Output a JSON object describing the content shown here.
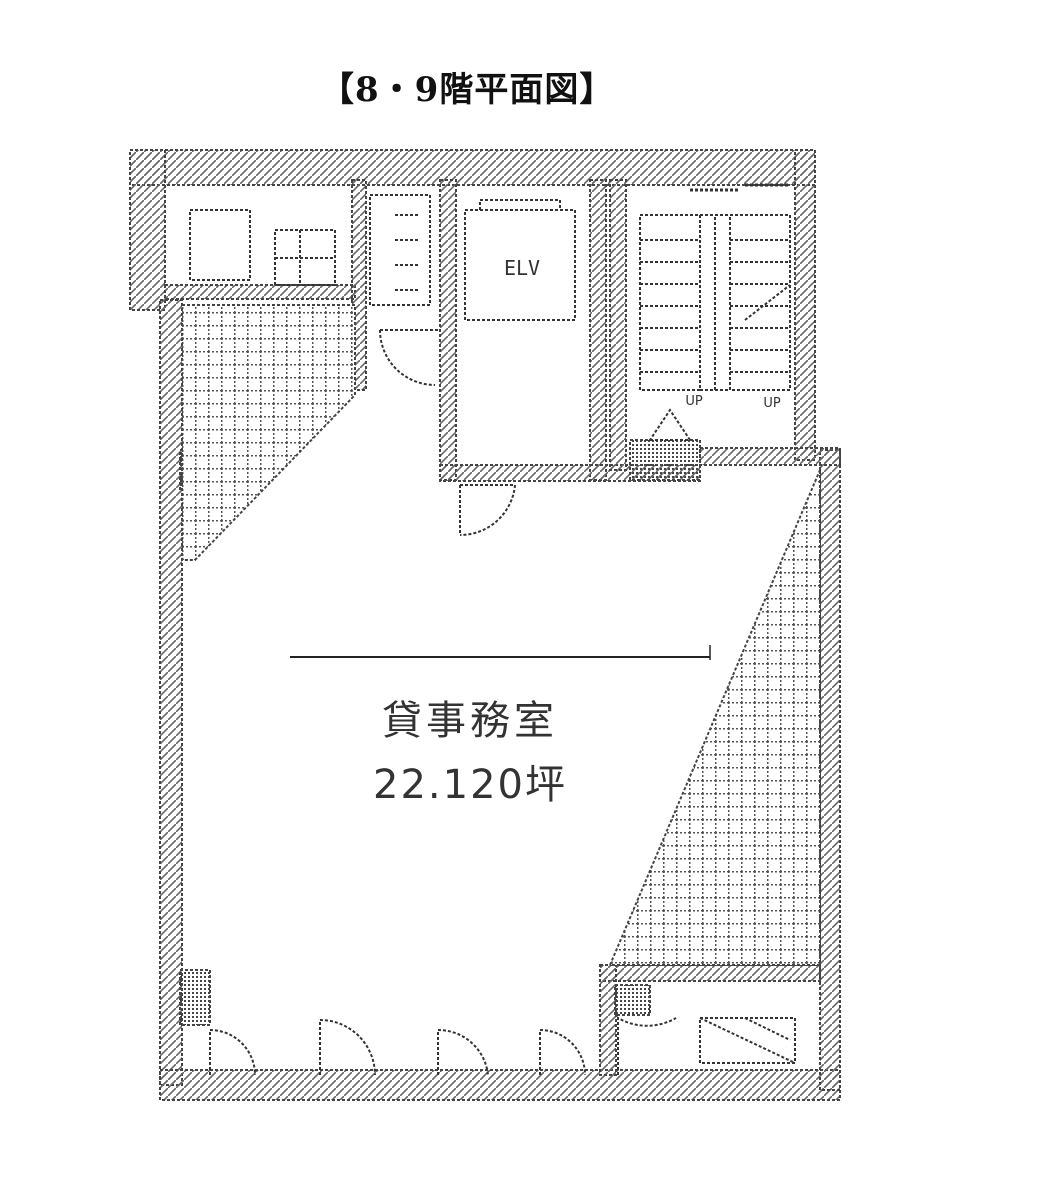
{
  "title": "【8・9階平面図】",
  "rooms": {
    "office_name": "貸事務室",
    "office_area": "22.120坪",
    "elevator": "ELV",
    "stair_up_1": "UP",
    "stair_up_2": "UP"
  },
  "colors": {
    "line": "#333333",
    "hatch": "#555555",
    "background": "#ffffff"
  }
}
